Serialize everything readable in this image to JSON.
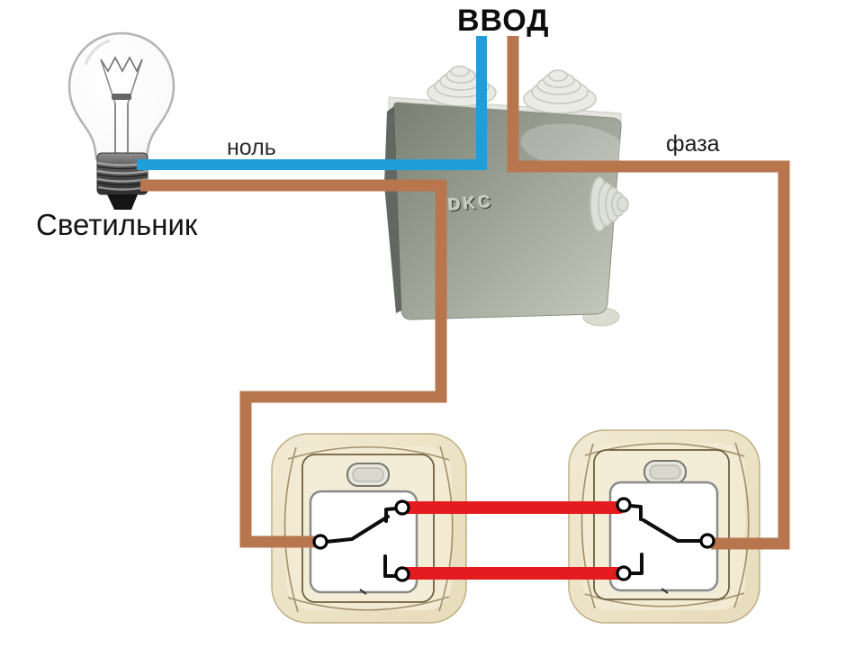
{
  "labels": {
    "input": "ВВОД",
    "neutral": "ноль",
    "phase": "фаза",
    "lamp": "Светильник",
    "junction_box_brand": "DKC"
  },
  "colors": {
    "background": "#ffffff",
    "neutral-wire": "#1f9ed9",
    "phase-wire": "#b8764e",
    "traveler-wire": "#e51c1f",
    "schematic-line": "#0d0d0d",
    "switch-plate": "#eee5c9",
    "junction-box-body": "#9ba195"
  },
  "components": [
    {
      "id": "lamp",
      "icon": "light-bulb-icon",
      "label": "Светильник"
    },
    {
      "id": "junction-box",
      "icon": "junction-box-icon",
      "brand": "DKC"
    },
    {
      "id": "switch-left",
      "icon": "two-way-switch-icon"
    },
    {
      "id": "switch-right",
      "icon": "two-way-switch-icon"
    }
  ],
  "wires": [
    {
      "name": "neutral",
      "label": "ноль",
      "color": "#1f9ed9",
      "from": "lamp",
      "to": "input ВВОД via junction box"
    },
    {
      "name": "phase-input",
      "label": "фаза",
      "color": "#b8764e",
      "from": "input ВВОД",
      "to": "right switch common terminal"
    },
    {
      "name": "lamp-phase",
      "label": "",
      "color": "#b8764e",
      "from": "lamp",
      "to": "left switch common terminal"
    },
    {
      "name": "traveler-top",
      "label": "",
      "color": "#e51c1f",
      "from": "left switch upper terminal",
      "to": "right switch upper terminal"
    },
    {
      "name": "traveler-bottom",
      "label": "",
      "color": "#e51c1f",
      "from": "left switch lower terminal",
      "to": "right switch lower terminal"
    }
  ]
}
